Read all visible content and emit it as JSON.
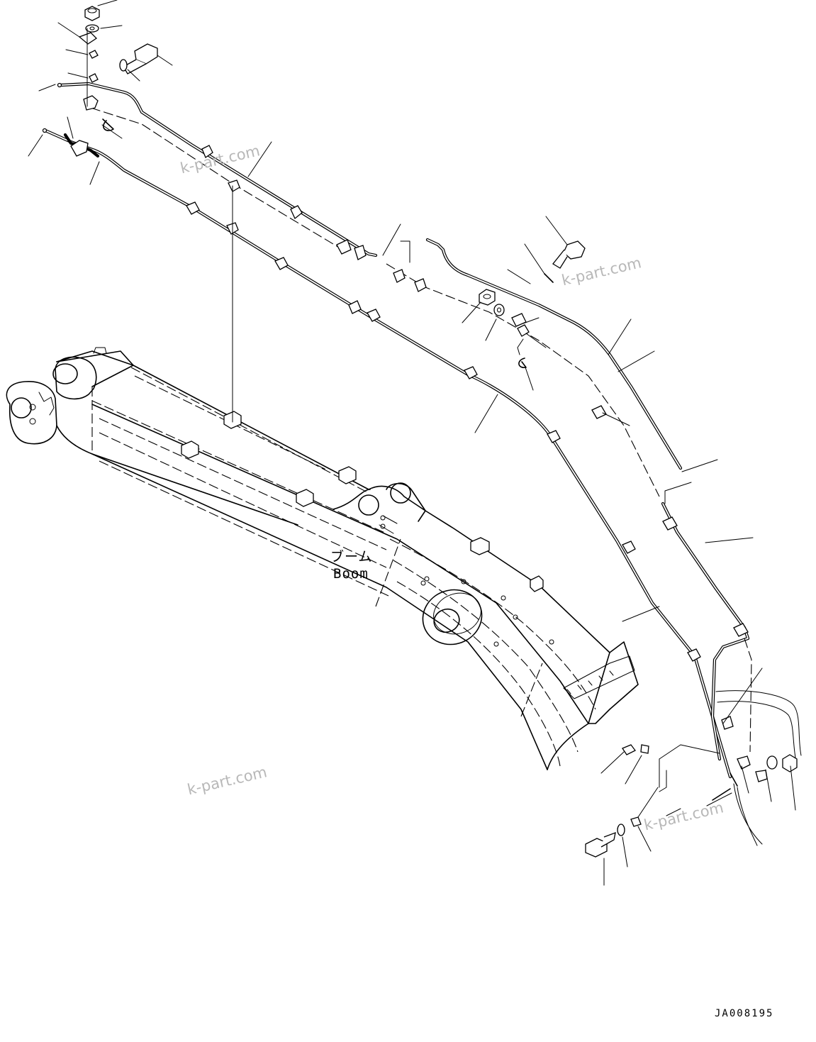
{
  "component_label": {
    "japanese": "ブーム",
    "english": "Boom"
  },
  "drawing_code": "JA008195",
  "watermarks": [
    "k-part.com",
    "k-part.com",
    "k-part.com",
    "k-part.com"
  ],
  "icons": {
    "hex_nut": "hex-nut-icon",
    "washer": "washer-icon",
    "bolt": "bolt-icon",
    "clamp": "clamp-icon",
    "u_bolt": "u-bolt-icon"
  }
}
